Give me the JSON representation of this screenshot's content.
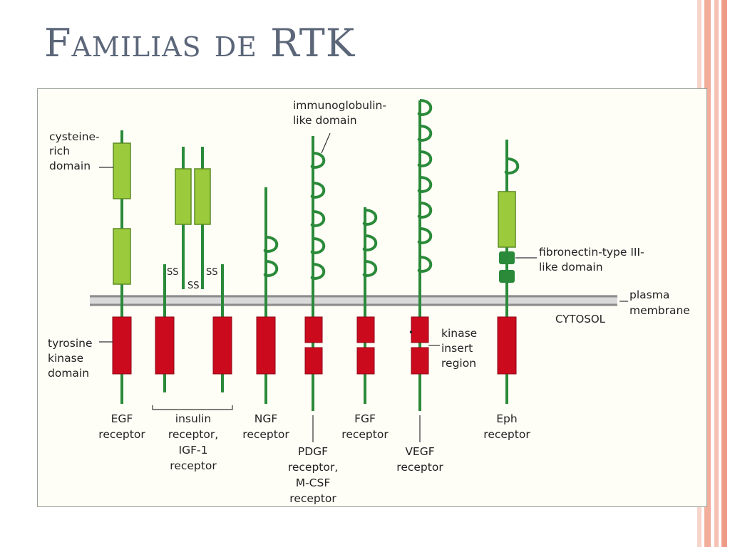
{
  "slide": {
    "title": "Familias de RTK"
  },
  "colors": {
    "title": "#5b6679",
    "figure_bg": "#fffef6",
    "stalk_green": "#2a8a3a",
    "cysteine_rich": "#9bcb3c",
    "kinase_red": "#cc0a1e",
    "fibronectin": "#2a8a3a",
    "membrane": "#a7a7a7",
    "accent_stripes": [
      "#f6c5b8",
      "#ee9b87",
      "#f4b3a2"
    ]
  },
  "diagram": {
    "domain_labels": {
      "cysteine_rich": [
        "cysteine-",
        "rich",
        "domain"
      ],
      "immunoglobulin": [
        "immunoglobulin-",
        "like domain"
      ],
      "fibronectin": [
        "fibronectin-type III-",
        "like domain"
      ],
      "tyrosine_kinase": [
        "tyrosine",
        "kinase",
        "domain"
      ],
      "kinase_insert": [
        "kinase",
        "insert",
        "region"
      ],
      "plasma_membrane": [
        "plasma",
        "membrane"
      ],
      "cytosol": "CYTOSOL",
      "disulfide": "SS"
    },
    "receptors": {
      "egf": [
        "EGF",
        "receptor"
      ],
      "insulin": [
        "insulin",
        "receptor,",
        "IGF-1",
        "receptor"
      ],
      "ngf": [
        "NGF",
        "receptor"
      ],
      "pdgf": [
        "PDGF",
        "receptor,",
        "M-CSF",
        "receptor"
      ],
      "fgf": [
        "FGF",
        "receptor"
      ],
      "vegf": [
        "VEGF",
        "receptor"
      ],
      "eph": [
        "Eph",
        "receptor"
      ]
    }
  }
}
